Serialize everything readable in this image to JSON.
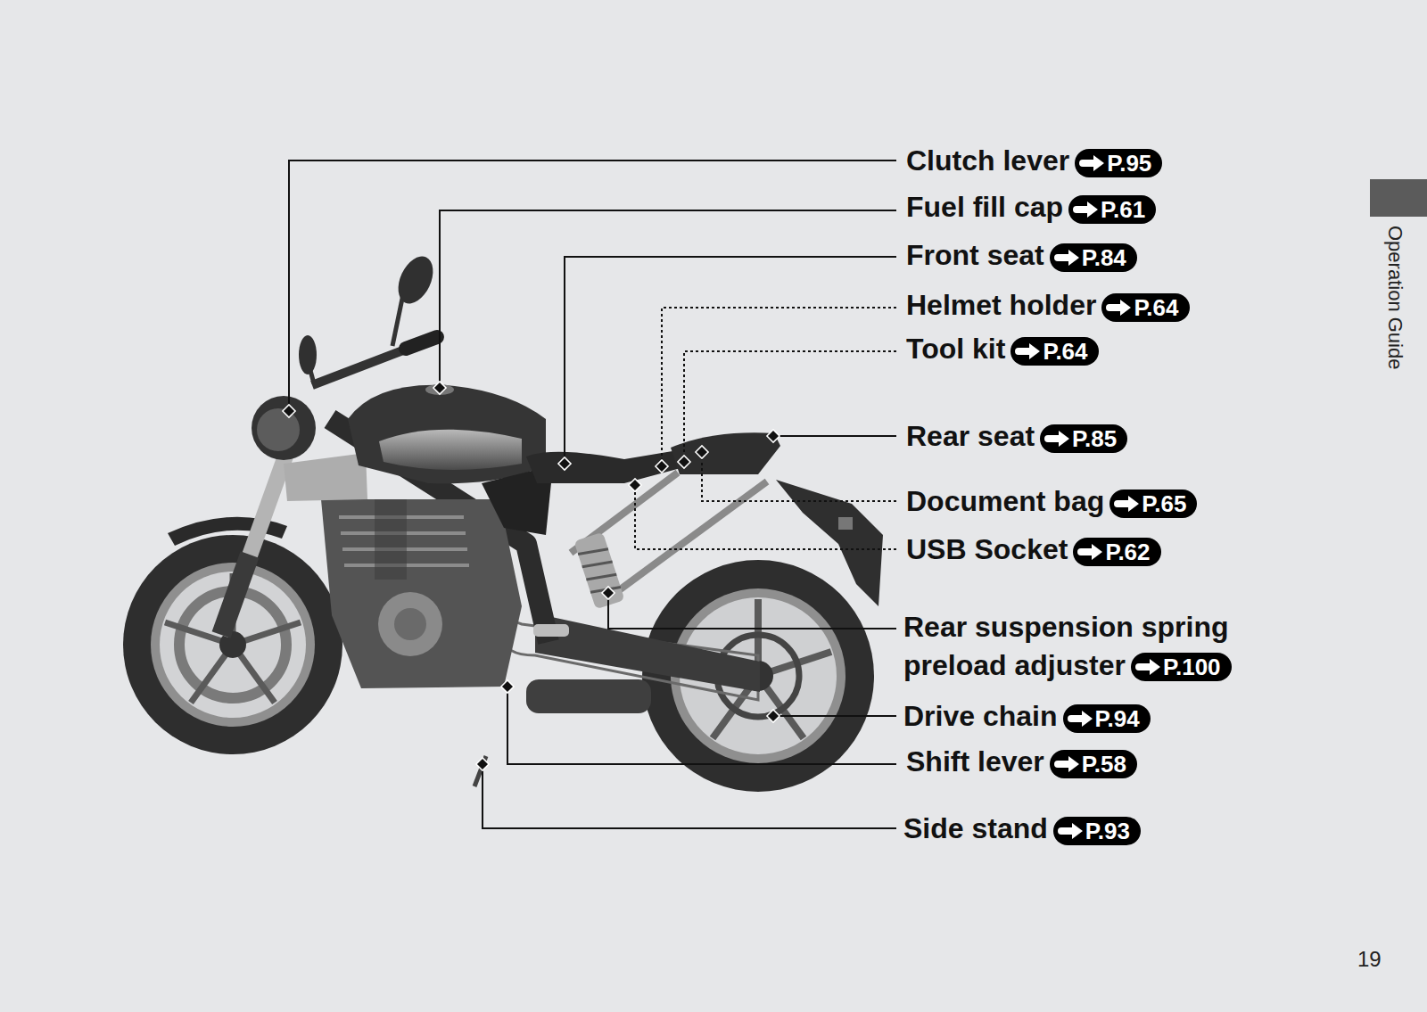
{
  "diagram": {
    "nodes": [
      {
        "text": [
          "P.95"
        ]
      },
      {
        "text": [
          "P.61"
        ]
      },
      {
        "text": [
          "P.84"
        ]
      },
      {
        "text": [
          "P.64"
        ]
      },
      {
        "text": [
          "P.64"
        ]
      },
      {
        "text": [
          "P.85"
        ]
      },
      {
        "text": [
          "P.65"
        ]
      },
      {
        "text": [
          "P.62"
        ]
      },
      {
        "text": [
          "P.100"
        ]
      },
      {
        "text": [
          "P.94"
        ]
      },
      {
        "text": [
          "P.58"
        ]
      },
      {
        "text": [
          "P.93"
        ]
      }
    ],
    "labels": [
      "Clutch lever",
      "Fuel fill cap",
      "Front seat",
      "Helmet holder",
      "Tool kit",
      "Rear seat",
      "Document bag",
      "USB Socket",
      "Rear suspension spring preload adjuster",
      "Drive chain",
      "Shift lever",
      "Side stand",
      "Operation Guide",
      "19"
    ]
  }
}
